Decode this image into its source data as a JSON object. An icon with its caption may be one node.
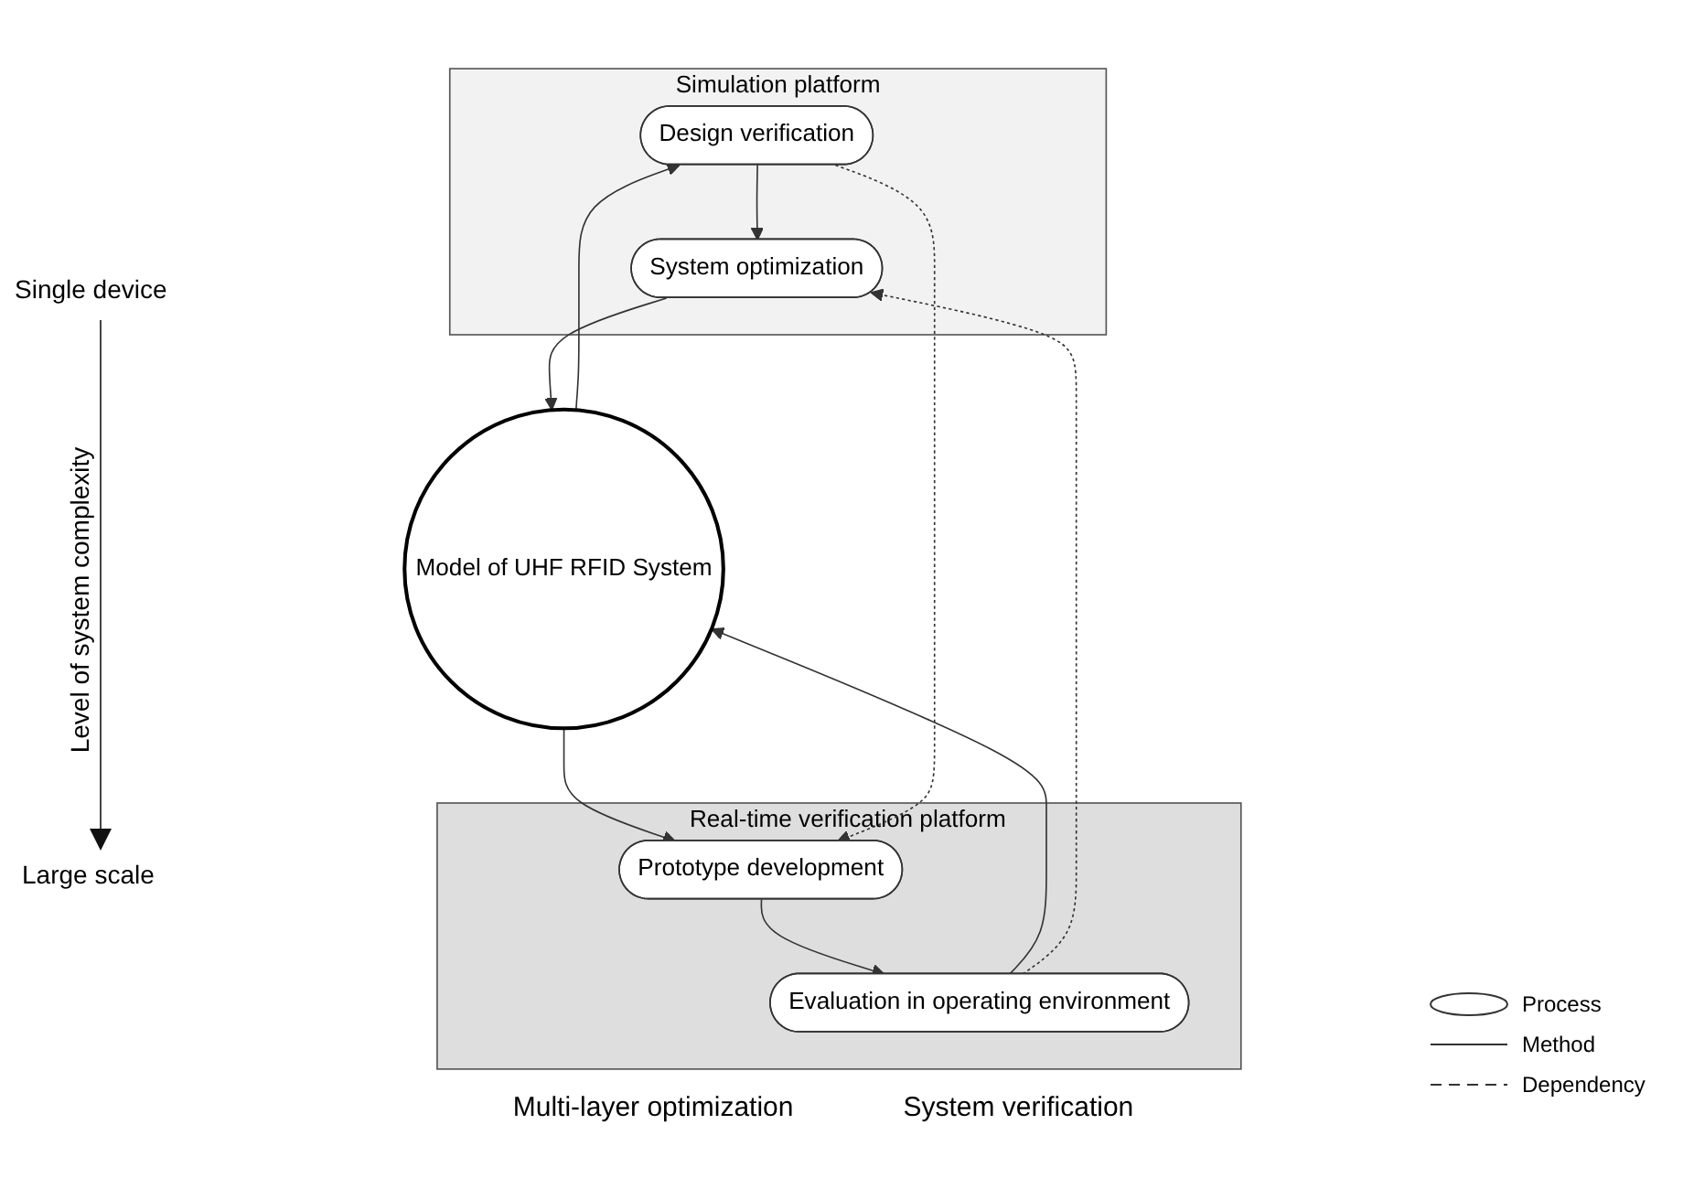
{
  "diagram": {
    "nodes": [
      {
        "text": [
          "Simulation platform"
        ]
      },
      {
        "text": [
          "Design verification"
        ],
        "in": 0
      },
      {
        "text": [
          "System optimization"
        ],
        "in": 0
      },
      {
        "text": [
          "Real-time verification platform"
        ]
      },
      {
        "text": [
          "Prototype development"
        ],
        "in": 3
      },
      {
        "text": [
          "Evaluation in operating environment"
        ],
        "in": 3
      },
      {
        "text": [
          "Model of UHF RFID System"
        ]
      }
    ],
    "edges": [
      {
        "from": 6,
        "to": 1,
        "arrow": "to"
      },
      {
        "from": 2,
        "to": 6,
        "arrow": "to"
      },
      {
        "from": 6,
        "to": 4,
        "arrow": "to"
      },
      {
        "from": 5,
        "to": 6,
        "arrow": "to"
      },
      {
        "from": 1,
        "to": 2,
        "arrow": "to"
      },
      {
        "from": 4,
        "to": 5,
        "arrow": "to"
      },
      {
        "from": 1,
        "to": 4,
        "arrow": "to",
        "style": "dashed"
      },
      {
        "from": 5,
        "to": 2,
        "arrow": "to",
        "style": "dashed"
      }
    ],
    "labels": [
      "Single device",
      "Level of system complexity",
      "Large scale",
      "Multi-layer optimization",
      "System verification"
    ],
    "legend": [
      {
        "text": "Process"
      },
      {
        "text": "Method"
      },
      {
        "text": "Dependency"
      }
    ]
  }
}
